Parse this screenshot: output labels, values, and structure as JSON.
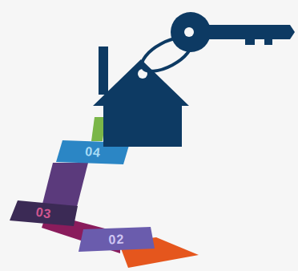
{
  "diagram": {
    "nodes": [
      {
        "text": [
          "04"
        ]
      },
      {
        "text": [
          "03"
        ]
      },
      {
        "text": [
          "02"
        ]
      }
    ]
  }
}
